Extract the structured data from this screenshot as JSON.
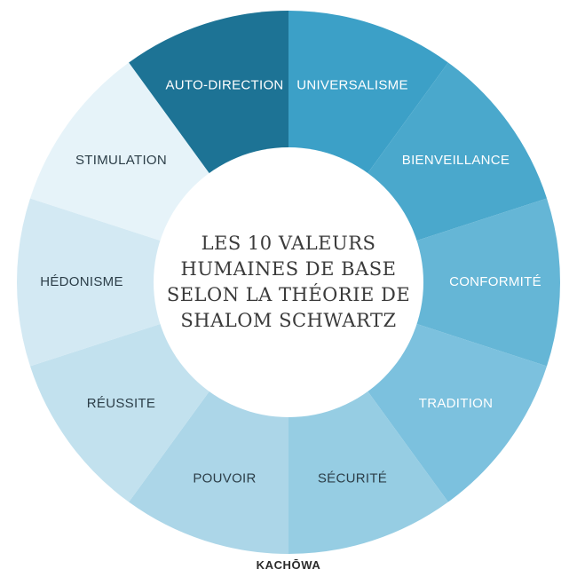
{
  "center_title_lines": [
    "LES 10 VALEURS",
    "HUMAINES DE BASE",
    "SELON LA THÉORIE DE",
    "SHALOM SCHWARTZ"
  ],
  "values": [
    {
      "label": "UNIVERSALISME",
      "color": "#3ca0c7",
      "text_color": "#ffffff"
    },
    {
      "label": "BIENVEILLANCE",
      "color": "#4aa8cc",
      "text_color": "#ffffff"
    },
    {
      "label": "CONFORMITÉ",
      "color": "#65b6d6",
      "text_color": "#ffffff"
    },
    {
      "label": "TRADITION",
      "color": "#7cc1de",
      "text_color": "#ffffff"
    },
    {
      "label": "SÉCURITÉ",
      "color": "#96cde3",
      "text_color": "#2c3e48"
    },
    {
      "label": "POUVOIR",
      "color": "#acd6e8",
      "text_color": "#2c3e48"
    },
    {
      "label": "RÉUSSITE",
      "color": "#c2e1ee",
      "text_color": "#2c3e48"
    },
    {
      "label": "HÉDONISME",
      "color": "#d3e9f3",
      "text_color": "#2c3e48"
    },
    {
      "label": "STIMULATION",
      "color": "#e6f3f9",
      "text_color": "#2c3e48"
    },
    {
      "label": "AUTO-DIRECTION",
      "color": "#1d7395",
      "text_color": "#ffffff"
    }
  ],
  "brand": "KACHŌWA"
}
